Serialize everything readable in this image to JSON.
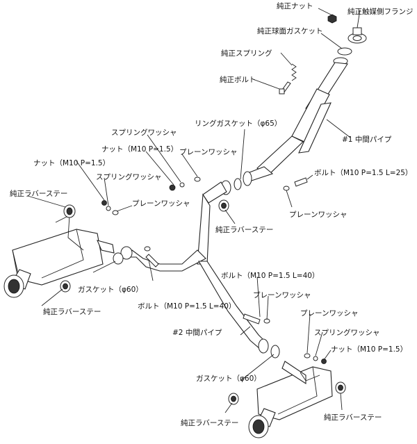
{
  "labels": {
    "genuine_nut": "純正ナット",
    "genuine_catalyst_flange": "純正触媒側フランジ",
    "genuine_spherical_gasket": "純正球面ガスケット",
    "genuine_spring": "純正スプリング",
    "genuine_bolt": "純正ボルト",
    "ring_gasket": "リングガスケット（φ65）",
    "mid_pipe_1": "#1 中間パイプ",
    "spring_washer_top": "スプリングワッシャ",
    "nut_m10_top": "ナット（M10 P=1.5）",
    "plain_washer_top": "プレーンワッシャ",
    "bolt_m10_l25": "ボルト（M10 P=1.5 L=25）",
    "plain_washer_right": "プレーンワッシャ",
    "nut_m10_left": "ナット（M10 P=1.5）",
    "spring_washer_left": "スプリングワッシャ",
    "rubber_stay_left_top": "純正ラバーステー",
    "plain_washer_mid": "プレーンワッシャ",
    "rubber_stay_center": "純正ラバーステー",
    "gasket_60_left": "ガスケット（φ60）",
    "bolt_m10_l40_left": "ボルト（M10 P=1.5 L=40）",
    "rubber_stay_left_bottom": "純正ラバーステー",
    "bolt_m10_l40_right": "ボルト（M10 P=1.5 L=40）",
    "plain_washer_right_1": "プレーンワッシャ",
    "plain_washer_right_2": "プレーンワッシャ",
    "spring_washer_right": "スプリングワッシャ",
    "nut_m10_right": "ナット（M10 P=1.5）",
    "mid_pipe_2": "#2 中間パイプ",
    "gasket_60_right": "ガスケット（φ60）",
    "rubber_stay_right_bottom": "純正ラバーステー",
    "rubber_stay_right": "純正ラバーステー"
  }
}
